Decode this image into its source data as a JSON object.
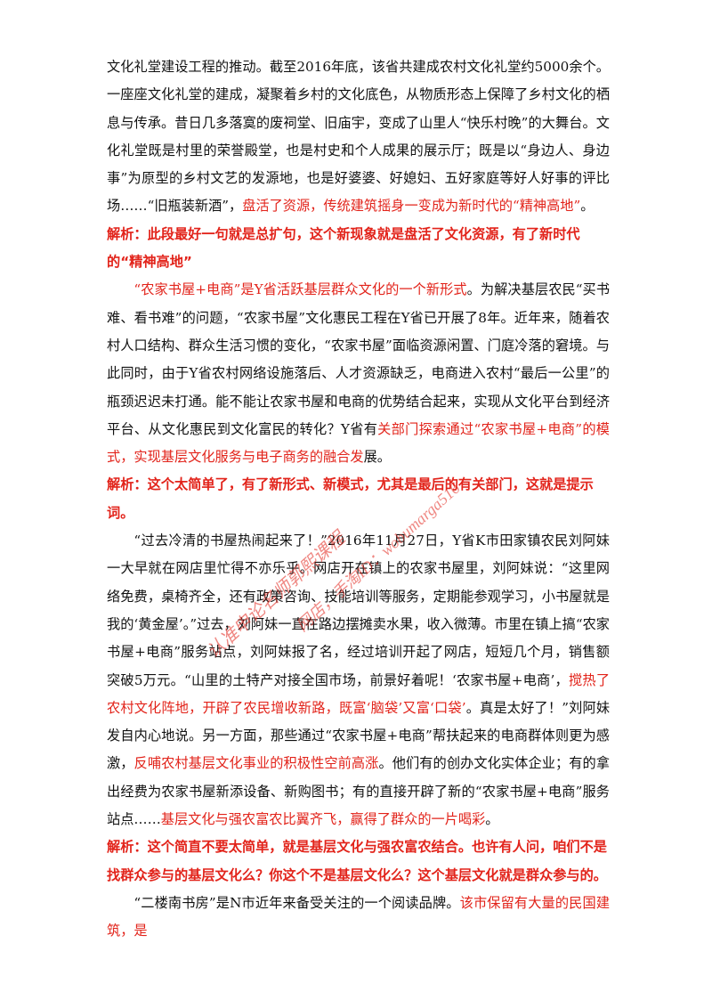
{
  "doc": {
    "p1": {
      "a": "文化礼堂建设工程的推动。截至2016年底，该省共建成农村文化礼堂约5000余个。一座座文化礼堂的建成，凝聚着乡村的文化底色，从物质形态上保障了乡村文化的栖息与传承。昔日几多落寞的废祠堂、旧庙宇，变成了山里人“快乐村晚”的大舞台。文化礼堂既是村里的荣誉殿堂，也是村史和个人成果的展示厅；既是以“身边人、身边事”为原型的乡村文艺的发源地，也是好婆婆、好媳妇、五好家庭等好人好事的评比场……“旧瓶装新酒”，",
      "red": "盘活了资源，传统建筑摇身一变成为新时代的“精神高地”",
      "b": "。"
    },
    "note1": "解析：此段最好一句就是总扩句，这个新现象就是盘活了文化资源，有了新时代的“精神高地”",
    "p2": {
      "red1": "“农家书屋+电商”是Y省活跃基层群众文化的一个新形式",
      "a": "。为解决基层农民“买书难、看书难”的问题，“农家书屋”文化惠民工程在Y省已开展了8年。近年来，随着农村人口结构、群众生活习惯的变化，“农家书屋”面临资源闲置、门庭冷落的窘境。与此同时，由于Y省农村网络设施落后、人才资源缺乏，电商进入农村“最后一公里”的瓶颈迟迟未打通。能不能让农家书屋和电商的优势结合起来，实现从文化平台到经济平台、从文化惠民到文化富民的转化？Y省有",
      "red2": "关部门探索通过“农家书屋+电商”的模式，实现基层文化服务与电子商务的融合发",
      "b": "展。"
    },
    "note2": "解析：这个太简单了，有了新形式、新模式，尤其是最后的有关部门，这就是提示词。",
    "p3": {
      "a": "“过去冷清的书屋热闹起来了！”2016年11月27日，Y省K市田家镇农民刘阿妹一大早就在网店里忙得不亦乐乎。网店开在镇上的农家书屋里，刘阿妹说：“这里网络免费，桌椅齐全，还有政策咨询、技能培训等服务，定期能参观学习，小书屋就是我的‘黄金屋’。”过去，刘阿妹一直在路边摆摊卖水果，收入微薄。市里在镇上搞“农家书屋+电商”服务站点，刘阿妹报了名，经过培训开起了网店，短短几个月，销售额突破5万元。“山里的土特产对接全国市场，前景好着呢！‘农家书屋+电商’，",
      "red1": "搅热了农村文化阵地，开辟了农民增收新路，既富‘脑袋’又富‘口袋’",
      "b": "。真是太好了！”刘阿妹发自内心地说。另一方面，那些通过“农家书屋+电商”帮扶起来的电商群体则更为感激，",
      "red2": "反哺农村基层文化事业的积极性空前高涨",
      "c": "。他们有的创办文化实体企业；有的拿出经费为农家书屋新添设备、新购图书；有的直接开辟了新的“农家书屋+电商”服务站点……",
      "red3": "基层文化与强农富农比翼齐飞，赢得了群众的一片喝彩",
      "d": "。"
    },
    "note3": "解析：这个简直不要太简单，就是基层文化与强农富农结合。也许有人问，咱们不是找群众参与的基层文化么？你这个不是基层文化么？这个基层文化就是群众参与的。",
    "p4": {
      "a": "“二楼南书房”是N市近年来备受关注的一个阅读品牌。",
      "red": "该市保留有大量的民国建筑，是"
    },
    "watermark": {
      "line1": "认准申论名师郭熙课程",
      "line2": "网店，手淘ID：wobumarga516"
    }
  }
}
